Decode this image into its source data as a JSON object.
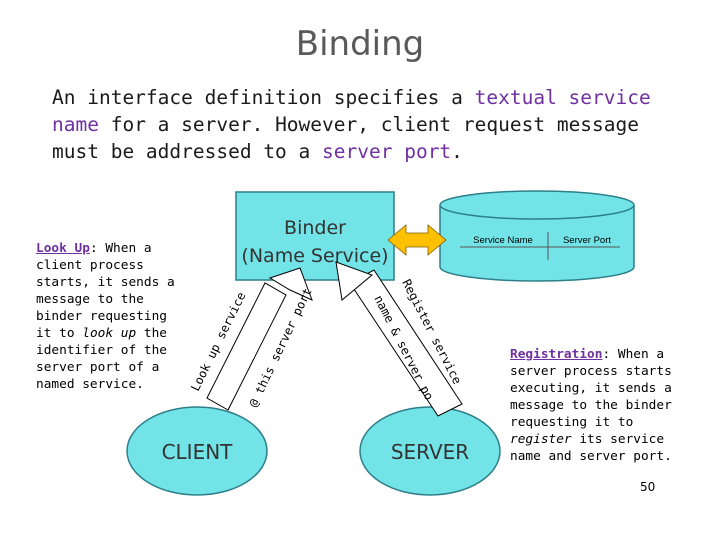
{
  "title": "Binding",
  "intro": {
    "part1": "An interface definition specifies a ",
    "highlight1": "textual service name",
    "part2": " for a server. However, client request message must be addressed to a ",
    "highlight2": "server port",
    "part3": "."
  },
  "binder": {
    "line1": "Binder",
    "line2": "(Name Service)"
  },
  "db": {
    "col1": "Service Name",
    "col2": "Server Port"
  },
  "client_label": "CLIENT",
  "server_label": "SERVER",
  "arrows": {
    "lookup_service": "Look up service",
    "at_server_port": "@ this server port",
    "register_service": "Register service",
    "name_and_port": "name & server port"
  },
  "lookup": {
    "heading": "Look Up",
    "text1": ": When a client process starts, it sends a message to the binder requesting it to ",
    "italic": "look up",
    "text2": " the identifier of the server port of a named service."
  },
  "registration": {
    "heading": "Registration",
    "text1": ": When a server process starts executing, it sends a message to the binder requesting it to ",
    "italic": "register",
    "text2": " its service name and server port."
  },
  "page_number": "50",
  "colors": {
    "node_fill": "#72e3e6",
    "node_stroke": "#2e7f8a",
    "arrow": "#ffc000",
    "accent": "#7030a0"
  }
}
